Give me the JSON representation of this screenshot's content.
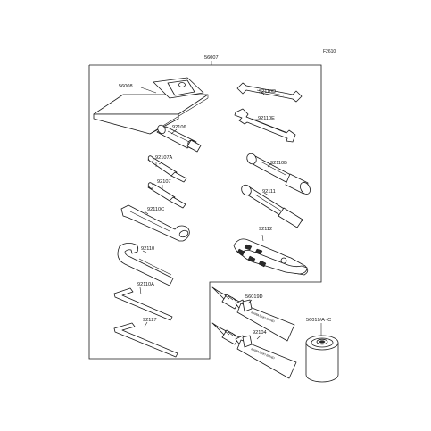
{
  "diagram": {
    "figure_code": "F2610",
    "labels": {
      "kit": "56007",
      "pouch": "56008",
      "wrench_10d": "92110D",
      "wrench_10e": "92110E",
      "extension": "92106",
      "screwdriver_a": "92107A",
      "spark_wrench": "92110B",
      "screwdriver": "92107",
      "handle": "92111",
      "wrench_10c": "92110C",
      "pliers": "92112",
      "hook_wrench": "92110",
      "hex_a": "92110A",
      "bond_d": "56019D",
      "hex": "92127",
      "bond_tube": "92104",
      "oil_filter": "56019/A~C"
    },
    "tube_text": "KAWASAKI BOND"
  }
}
